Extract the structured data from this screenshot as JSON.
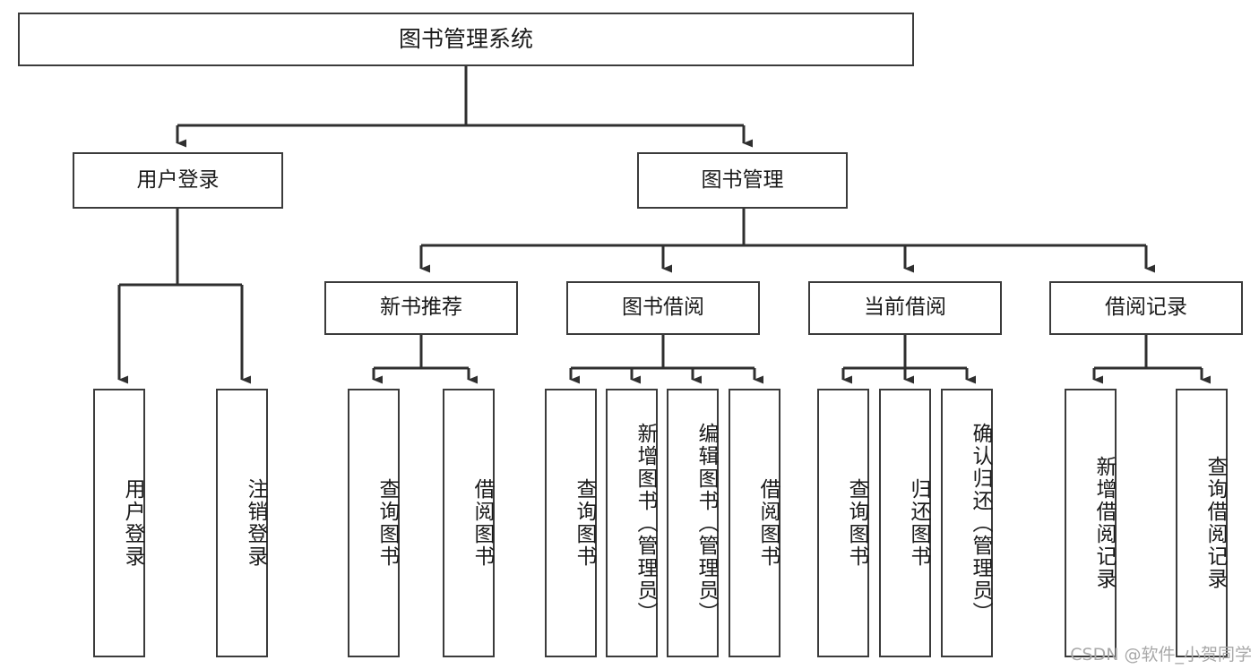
{
  "diagram": {
    "title": "图书管理系统",
    "type": "tree-hierarchy",
    "watermark": "CSDN @软件_小贺同学",
    "colors": {
      "box_border": "#3b3b3b",
      "box_fill": "#ffffff",
      "connector": "#2f2f2f",
      "text": "#1a1a1a",
      "watermark": "#a8a8a8",
      "background": "#ffffff"
    },
    "root": {
      "label": "图书管理系统"
    },
    "level2": [
      {
        "label": "用户登录"
      },
      {
        "label": "图书管理"
      }
    ],
    "level3": [
      {
        "label": "新书推荐"
      },
      {
        "label": "图书借阅"
      },
      {
        "label": "当前借阅"
      },
      {
        "label": "借阅记录"
      }
    ],
    "leaves": {
      "user_login": [
        {
          "label": "用户登录"
        },
        {
          "label": "注销登录"
        }
      ],
      "new_book_rec": [
        {
          "label": "查询图书"
        },
        {
          "label": "借阅图书"
        }
      ],
      "book_borrow": [
        {
          "label": "查询图书"
        },
        {
          "label": "新增图书（管理员）"
        },
        {
          "label": "编辑图书（管理员）"
        },
        {
          "label": "借阅图书"
        }
      ],
      "current_borrow": [
        {
          "label": "查询图书"
        },
        {
          "label": "归还图书"
        },
        {
          "label": "确认归还（管理员）"
        }
      ],
      "borrow_record": [
        {
          "label": "新增借阅记录"
        },
        {
          "label": "查询借阅记录"
        }
      ]
    }
  }
}
